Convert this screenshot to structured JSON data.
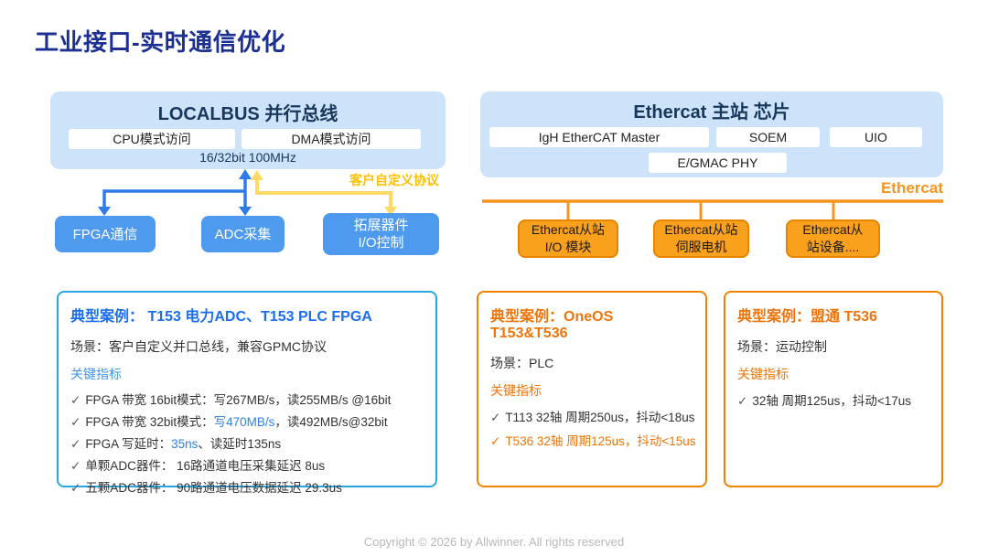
{
  "page": {
    "title": "工业接口-实时通信优化",
    "footer": "Copyright © 2026 by Allwinner. All rights reserved"
  },
  "glyphs": {
    "check": "✓"
  },
  "colors": {
    "title_navy": "#1c2f93",
    "container_bg": "#cde3f9",
    "container_title": "#17375d",
    "chip_text": "#222222",
    "blue_node": "#4d9aef",
    "blue_arrow": "#2e7ce8",
    "yellow_arrow": "#ffd966",
    "yellow_label": "#ffc000",
    "orange": "#f7941d",
    "orange_node_fill": "#f9a11c",
    "orange_node_border": "#e58500",
    "text_dark": "#333333",
    "footer_gray": "#b5b8bd"
  },
  "localbus": {
    "title": "LOCALBUS 并行总线",
    "modes": [
      "CPU模式访问",
      "DMA模式访问"
    ],
    "caption": "16/32bit 100MHz",
    "arrow_label": "客户自定义协议",
    "nodes": [
      "FPGA通信",
      "ADC采集",
      "拓展器件\nI/O控制"
    ]
  },
  "ethercat": {
    "title": "Ethercat 主站 芯片",
    "stacks": [
      "IgH EtherCAT Master",
      "SOEM",
      "UIO"
    ],
    "phy": "E/GMAC PHY",
    "bus_label": "Ethercat",
    "slaves": [
      "Ethercat从站\nI/O 模块",
      "Ethercat从站\n伺服电机",
      "Ethercat从\n站设备...."
    ]
  },
  "cases": [
    {
      "border_color": "#29a7e1",
      "title_color": "#1b6ef0",
      "key_color": "#3e97ec",
      "highlight_color": "#2f80e8",
      "title": "典型案例： T153 电力ADC、T153 PLC FPGA",
      "scene": "场景：客户自定义并口总线，兼容GPMC协议",
      "key_label": "关键指标",
      "bullets": [
        {
          "segments": [
            {
              "text": "FPGA 带宽 16bit模式：写267MB/s，读255MB/s @16bit"
            }
          ]
        },
        {
          "segments": [
            {
              "text": "FPGA 带宽 32bit模式："
            },
            {
              "text": "写470MB/s",
              "highlight": true
            },
            {
              "text": "，读492MB/s@32bit"
            }
          ]
        },
        {
          "segments": [
            {
              "text": "FPGA 写延时："
            },
            {
              "text": "35ns",
              "highlight": true
            },
            {
              "text": "、读延时135ns"
            }
          ]
        },
        {
          "segments": [
            {
              "text": "单颗ADC器件： 16路通道电压采集延迟 8us"
            }
          ]
        },
        {
          "segments": [
            {
              "text": "五颗ADC器件： 90路通道电压数据延迟 29.3us"
            }
          ]
        }
      ]
    },
    {
      "border_color": "#f08300",
      "title_color": "#f0750a",
      "key_color": "#f0750a",
      "highlight_color": "#f0750a",
      "title": "典型案例：OneOS T153&T536",
      "scene": "场景：PLC",
      "key_label": "关键指标",
      "bullets": [
        {
          "segments": [
            {
              "text": "T113 32轴 周期250us，抖动<18us"
            }
          ]
        },
        {
          "color": "#f0750a",
          "segments": [
            {
              "text": "T536 32轴 周期125us，抖动<15us"
            }
          ]
        }
      ]
    },
    {
      "border_color": "#f08300",
      "title_color": "#f0750a",
      "key_color": "#f0750a",
      "highlight_color": "#f0750a",
      "title": "典型案例：盟通 T536",
      "scene": "场景：运动控制",
      "key_label": "关键指标",
      "bullets": [
        {
          "segments": [
            {
              "text": "32轴 周期125us，抖动<17us"
            }
          ]
        }
      ]
    }
  ]
}
